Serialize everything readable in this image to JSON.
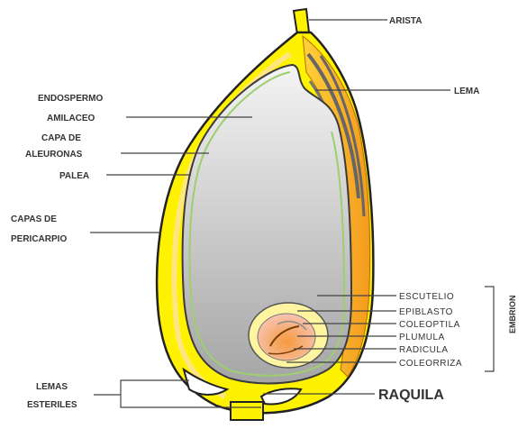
{
  "labels": {
    "arista": "ARISTA",
    "lema": "LEMA",
    "endospermo_l1": "ENDOSPERMO",
    "endospermo_l2": "AMILACEO",
    "capa_l1": "CAPA DE",
    "capa_l2": "ALEURONAS",
    "palea": "PALEA",
    "pericarpio_l1": "CAPAS DE",
    "pericarpio_l2": "PERICARPIO",
    "lemas_l1": "LEMAS",
    "lemas_l2": "ESTERILES",
    "raquila": "RAQUILA",
    "escutelio": "ESCUTELIO",
    "epiblasto": "EPIBLASTO",
    "coleoptila": "COLEOPTILA",
    "plumula": "PLUMULA",
    "radicula": "RADICULA",
    "coleorriza": "COLEORRIZA",
    "embrion": "EMBRION"
  },
  "colors": {
    "husk_outer": "#fff200",
    "husk_edge": "#222222",
    "lema_orange": "#f5a623",
    "lema_stripe": "#6b6b6b",
    "endosperm_light": "#f2f2f2",
    "endosperm_dark": "#a9a9a9",
    "aleurone": "#c8e6a0",
    "embryo_pink": "#f7b3b3",
    "embryo_orange": "#f39c4a"
  }
}
